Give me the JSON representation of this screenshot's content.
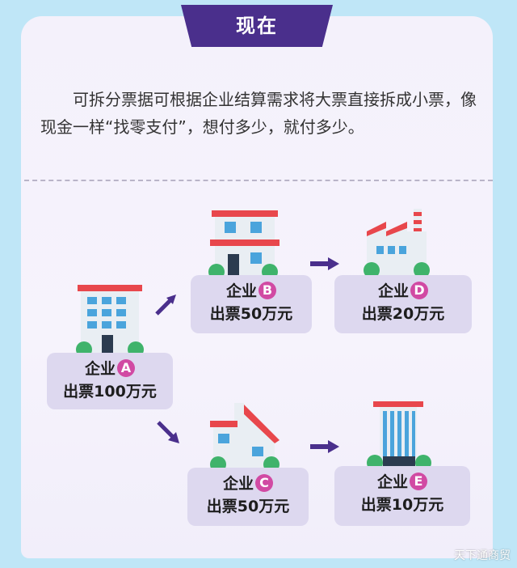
{
  "header": {
    "title": "现在"
  },
  "description": "可拆分票据可根据企业结算需求将大票直接拆成小票，像现金一样“找零支付”，想付多少，就付多少。",
  "companies": {
    "a": {
      "name": "企业",
      "letter": "A",
      "amount": "出票100万元"
    },
    "b": {
      "name": "企业",
      "letter": "B",
      "amount": "出票50万元"
    },
    "c": {
      "name": "企业",
      "letter": "C",
      "amount": "出票50万元"
    },
    "d": {
      "name": "企业",
      "letter": "D",
      "amount": "出票20万元"
    },
    "e": {
      "name": "企业",
      "letter": "E",
      "amount": "出票10万元"
    }
  },
  "watermark": "天下通商贸",
  "colors": {
    "tab": "#4a2f8c",
    "arrow": "#4a2f8c",
    "badge": "#d14aa3",
    "label_bg": "#ddd8ef",
    "roof": "#e8474c",
    "window": "#4aa4dc",
    "bush": "#3fb36b"
  }
}
